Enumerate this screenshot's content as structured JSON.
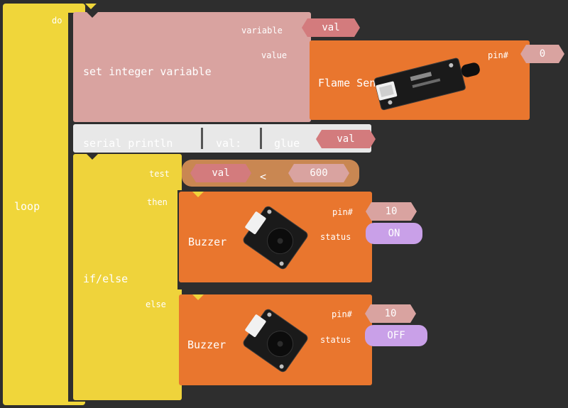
{
  "colors": {
    "background": "#2e2e2e",
    "loop": "#f0d63a",
    "if_else": "#efd33b",
    "set_variable": "#d9a3a0",
    "serial": "#e8e8e8",
    "sensor_block": "#e9762e",
    "value_chip": "#d37b7d",
    "compare": "#c98752",
    "status_chip": "#c9a0e8"
  },
  "loop": {
    "label": "loop",
    "do_label": "do"
  },
  "set_var": {
    "title": "set integer variable",
    "variable_label": "variable",
    "variable_value": "val",
    "value_label": "value"
  },
  "flame": {
    "label": "Flame Sensor",
    "pin_label": "pin#",
    "pin_value": "0",
    "image_icon": "flame-sensor-module-image"
  },
  "serial": {
    "label": "serial println",
    "prefix": "val:",
    "glue_label": "glue",
    "glue_value": "val"
  },
  "if_block": {
    "label": "if/else",
    "test_label": "test",
    "then_label": "then",
    "else_label": "else",
    "left_operand": "val",
    "operator": "<",
    "right_operand": "600"
  },
  "buzzer_then": {
    "label": "Buzzer",
    "pin_label": "pin#",
    "pin_value": "10",
    "status_label": "status",
    "status_value": "ON",
    "image_icon": "buzzer-module-image"
  },
  "buzzer_else": {
    "label": "Buzzer",
    "pin_label": "pin#",
    "pin_value": "10",
    "status_label": "status",
    "status_value": "OFF",
    "image_icon": "buzzer-module-image"
  }
}
